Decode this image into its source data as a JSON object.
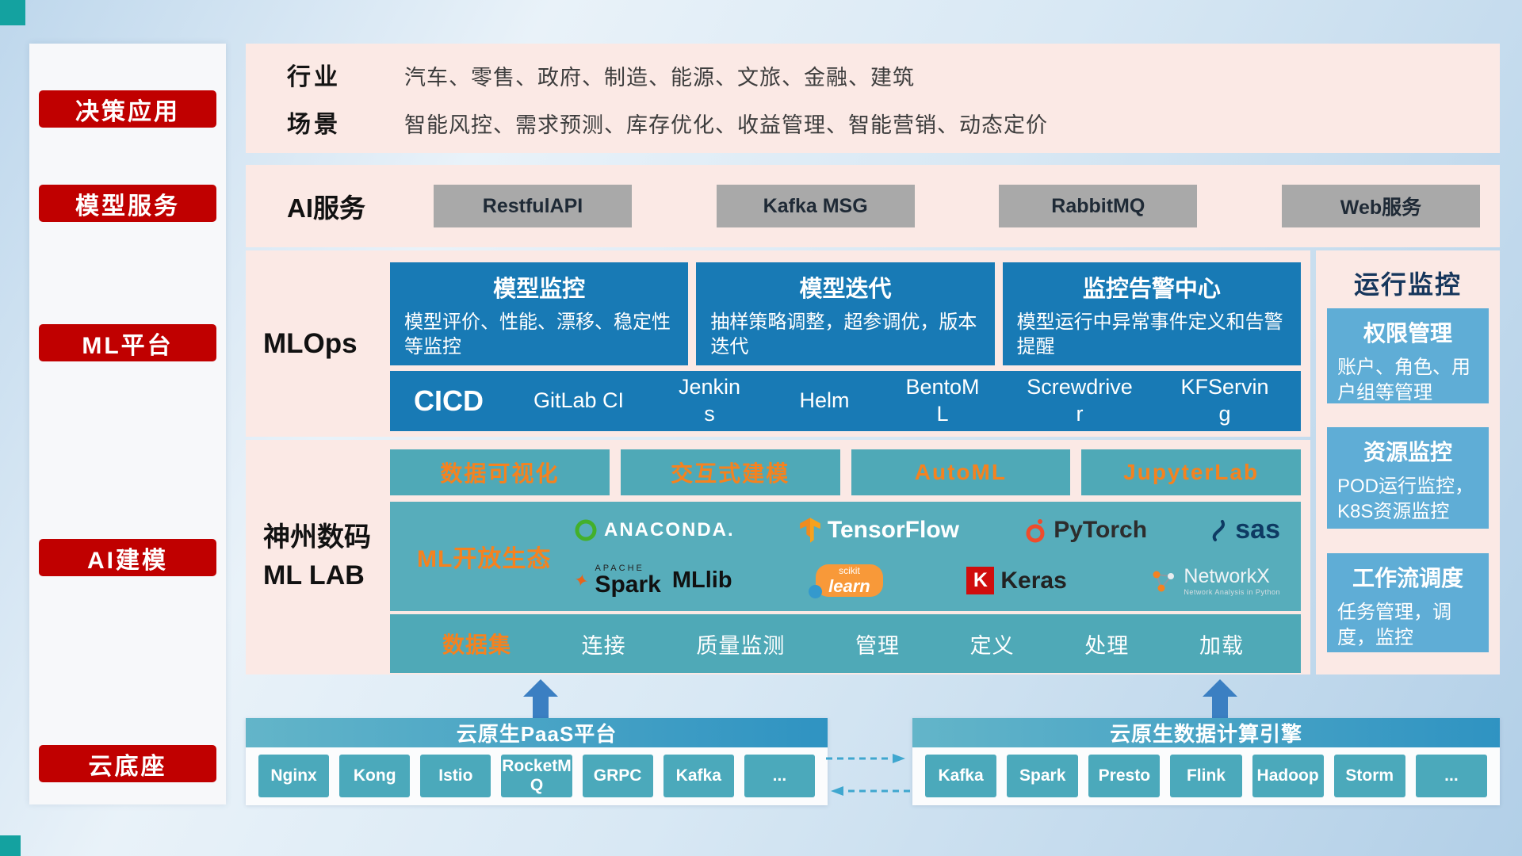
{
  "palette": {
    "accent_red": "#c00000",
    "panel_pink": "#fbe9e5",
    "deep_blue": "#187ab5",
    "teal": "#4fa9b7",
    "orange": "#f5821f",
    "gray_button": "#a9a9a9",
    "light_blue_card": "#5fadd6",
    "chip_teal": "#4ba9bb",
    "arrow_blue": "#3b7fc2"
  },
  "sidebar": {
    "items": [
      {
        "label": "决策应用"
      },
      {
        "label": "模型服务"
      },
      {
        "label": "ML平台"
      },
      {
        "label": "AI建模"
      },
      {
        "label": "云底座"
      }
    ]
  },
  "industry": {
    "rows": [
      {
        "label": "行业",
        "value": "汽车、零售、政府、制造、能源、文旅、金融、建筑"
      },
      {
        "label": "场景",
        "value": "智能风控、需求预测、库存优化、收益管理、智能营销、动态定价"
      }
    ]
  },
  "ai_service": {
    "label": "AI服务",
    "buttons": [
      {
        "label": "RestfulAPI"
      },
      {
        "label": "Kafka MSG"
      },
      {
        "label": "RabbitMQ"
      },
      {
        "label": "Web服务"
      }
    ]
  },
  "mlops": {
    "label": "MLOps",
    "cards": [
      {
        "title": "模型监控",
        "desc": "模型评价、性能、漂移、稳定性等监控"
      },
      {
        "title": "模型迭代",
        "desc": "抽样策略调整，超参调优，版本迭代"
      },
      {
        "title": "监控告警中心",
        "desc": "模型运行中异常事件定义和告警提醒"
      }
    ],
    "cicd": {
      "label": "CICD",
      "items": [
        {
          "label": "GitLab CI"
        },
        {
          "label": "Jenkins"
        },
        {
          "label": "Helm"
        },
        {
          "label": "BentoML"
        },
        {
          "label": "Screwdriver"
        },
        {
          "label": "KFServing"
        }
      ]
    }
  },
  "monitoring": {
    "title": "运行监控",
    "cards": [
      {
        "title": "权限管理",
        "desc": "账户、角色、用户组等管理"
      },
      {
        "title": "资源监控",
        "desc": "POD运行监控，K8S资源监控"
      },
      {
        "title": "工作流调度",
        "desc": "任务管理，调度，监控"
      }
    ]
  },
  "mllab": {
    "label_line1": "神州数码",
    "label_line2": "ML LAB",
    "tools": [
      {
        "label": "数据可视化"
      },
      {
        "label": "交互式建模"
      },
      {
        "label": "AutoML"
      },
      {
        "label": "JupyterLab"
      }
    ],
    "ecosystem_label": "ML开放生态",
    "logos": {
      "anaconda": "ANACONDA.",
      "tensorflow": "TensorFlow",
      "pytorch": "PyTorch",
      "sas": "sas",
      "spark_apache": "APACHE",
      "spark": "Spark",
      "mllib": "MLlib",
      "sklearn_top": "scikit",
      "sklearn_word": "learn",
      "keras_letter": "K",
      "keras": "Keras",
      "networkx": "NetworkX",
      "networkx_sub": "Network Analysis in Python"
    },
    "dataset": {
      "label": "数据集",
      "items": [
        {
          "label": "连接"
        },
        {
          "label": "质量监测"
        },
        {
          "label": "管理"
        },
        {
          "label": "定义"
        },
        {
          "label": "处理"
        },
        {
          "label": "加载"
        }
      ]
    }
  },
  "cloud": {
    "paas": {
      "title": "云原生PaaS平台",
      "chips": [
        {
          "label": "Nginx"
        },
        {
          "label": "Kong"
        },
        {
          "label": "Istio"
        },
        {
          "label": "RocketMQ"
        },
        {
          "label": "GRPC"
        },
        {
          "label": "Kafka"
        },
        {
          "label": "..."
        }
      ]
    },
    "engine": {
      "title": "云原生数据计算引擎",
      "chips": [
        {
          "label": "Kafka"
        },
        {
          "label": "Spark"
        },
        {
          "label": "Presto"
        },
        {
          "label": "Flink"
        },
        {
          "label": "Hadoop"
        },
        {
          "label": "Storm"
        },
        {
          "label": "..."
        }
      ]
    }
  }
}
